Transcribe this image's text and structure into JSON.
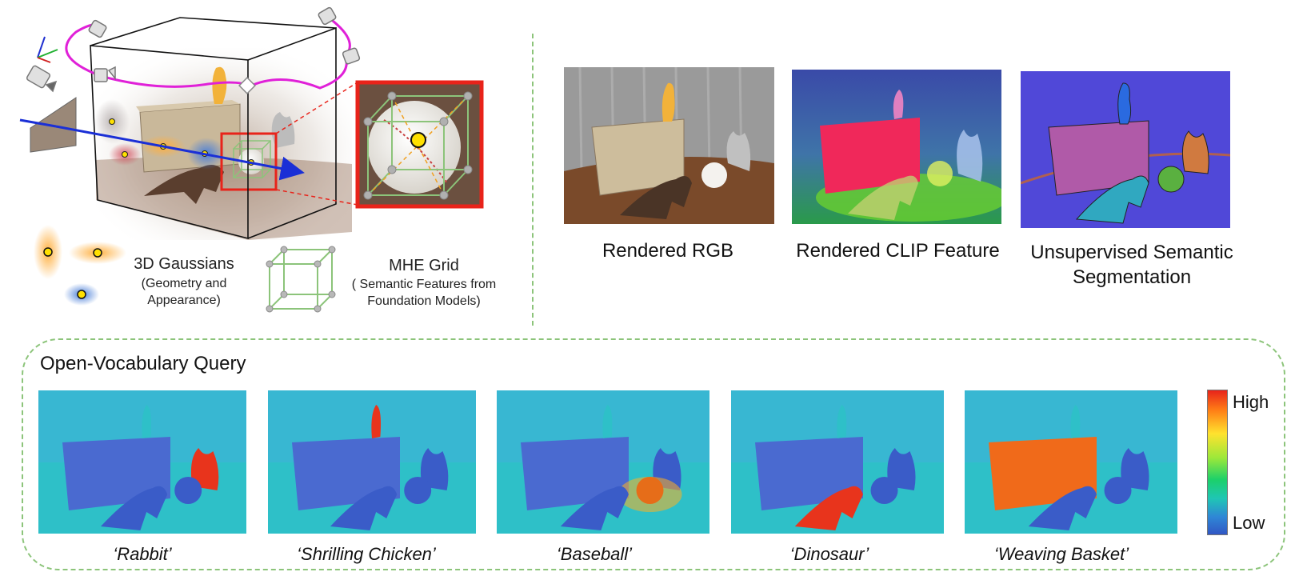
{
  "pipeline": {
    "legend_gaussians_title": "3D Gaussians",
    "legend_gaussians_sub1": "(Geometry and",
    "legend_gaussians_sub2": "Appearance)",
    "legend_grid_title": "MHE Grid",
    "legend_grid_sub1": "( Semantic Features from",
    "legend_grid_sub2": "Foundation Models)"
  },
  "outputs": {
    "rgb_caption": "Rendered RGB",
    "clip_caption": "Rendered CLIP Feature",
    "seg_caption_line1": "Unsupervised Semantic",
    "seg_caption_line2": "Segmentation"
  },
  "query": {
    "title": "Open-Vocabulary Query",
    "labels": [
      "‘Rabbit’",
      "‘Shrilling Chicken’",
      "‘Baseball’",
      "‘Dinosaur’",
      "‘Weaving Basket’"
    ],
    "colorbar_high": "High",
    "colorbar_low": "Low"
  },
  "colors": {
    "camera_path": "#e020d8",
    "ray": "#1a2fd6",
    "grid_green": "#8cc47a",
    "highlight_red": "#e8231a",
    "divider": "#8cc47a"
  }
}
